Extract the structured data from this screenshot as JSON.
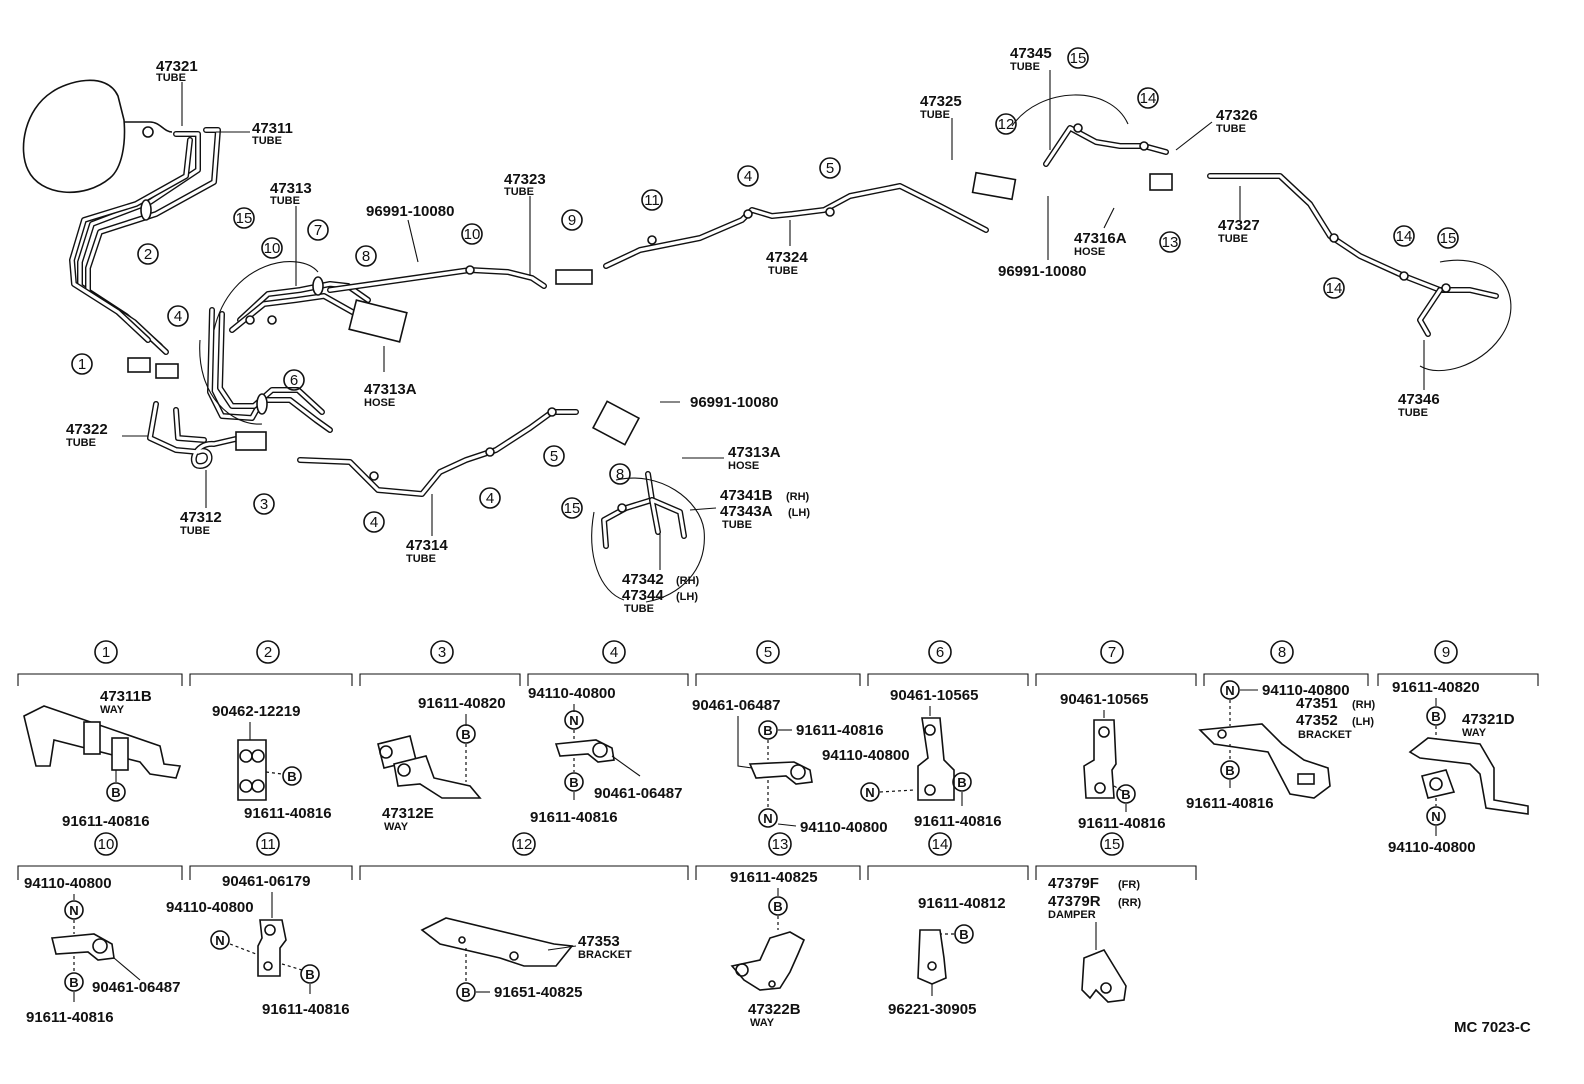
{
  "diagram": {
    "code": "MC  7023-C",
    "callouts": [
      {
        "text": "47321",
        "sub": "TUBE"
      },
      {
        "text": "47311",
        "sub": "TUBE"
      },
      {
        "text": "47313",
        "sub": "TUBE"
      },
      {
        "text": "96991-10080",
        "sub": ""
      },
      {
        "text": "47323",
        "sub": "TUBE"
      },
      {
        "text": "47313A",
        "sub": "HOSE"
      },
      {
        "text": "47322",
        "sub": "TUBE"
      },
      {
        "text": "47312",
        "sub": "TUBE"
      },
      {
        "text": "47314",
        "sub": "TUBE"
      },
      {
        "text": "96991-10080",
        "sub": ""
      },
      {
        "text": "47313A",
        "sub": "HOSE"
      },
      {
        "text": "47341B",
        "suffix": "(RH)",
        "sub": ""
      },
      {
        "text": "47343A",
        "suffix": "(LH)",
        "sub": "TUBE"
      },
      {
        "text": "47342",
        "suffix": "(RH)",
        "sub": ""
      },
      {
        "text": "47344",
        "suffix": "(LH)",
        "sub": "TUBE"
      },
      {
        "text": "47324",
        "sub": "TUBE"
      },
      {
        "text": "47325",
        "sub": "TUBE"
      },
      {
        "text": "47345",
        "sub": "TUBE"
      },
      {
        "text": "47326",
        "sub": "TUBE"
      },
      {
        "text": "47316A",
        "sub": "HOSE"
      },
      {
        "text": "96991-10080",
        "sub": ""
      },
      {
        "text": "47327",
        "sub": "TUBE"
      },
      {
        "text": "47346",
        "sub": "TUBE"
      }
    ],
    "circled_numbers": [
      "1",
      "2",
      "3",
      "4",
      "5",
      "6",
      "7",
      "8",
      "9",
      "10",
      "11",
      "12",
      "13",
      "14",
      "15"
    ],
    "details": [
      {
        "no": "1",
        "labels": [
          "47311B",
          "WAY",
          "91611-40816"
        ]
      },
      {
        "no": "2",
        "labels": [
          "90462-12219",
          "91611-40816"
        ]
      },
      {
        "no": "3",
        "labels": [
          "91611-40820",
          "47312E",
          "WAY"
        ]
      },
      {
        "no": "4",
        "labels": [
          "94110-40800",
          "90461-06487",
          "91611-40816"
        ]
      },
      {
        "no": "5",
        "labels": [
          "90461-06487",
          "91611-40816",
          "94110-40800"
        ]
      },
      {
        "no": "6",
        "labels": [
          "90461-10565",
          "94110-40800",
          "91611-40816"
        ]
      },
      {
        "no": "7",
        "labels": [
          "90461-10565",
          "91611-40816"
        ]
      },
      {
        "no": "8",
        "labels": [
          "94110-40800",
          "47351",
          "(RH)",
          "47352",
          "(LH)",
          "BRACKET",
          "91611-40816"
        ]
      },
      {
        "no": "9",
        "labels": [
          "91611-40820",
          "47321D",
          "WAY",
          "94110-40800"
        ]
      },
      {
        "no": "10",
        "labels": [
          "94110-40800",
          "90461-06487",
          "91611-40816"
        ]
      },
      {
        "no": "11",
        "labels": [
          "90461-06179",
          "94110-40800",
          "91611-40816"
        ]
      },
      {
        "no": "12",
        "labels": [
          "47353",
          "BRACKET",
          "91651-40825"
        ]
      },
      {
        "no": "13",
        "labels": [
          "91611-40825",
          "47322B",
          "WAY"
        ]
      },
      {
        "no": "14",
        "labels": [
          "91611-40812",
          "96221-30905"
        ]
      },
      {
        "no": "15",
        "labels": [
          "47379F",
          "(FR)",
          "47379R",
          "(RR)",
          "DAMPER"
        ]
      }
    ],
    "markers": {
      "bolt": "B",
      "nut": "N"
    }
  }
}
